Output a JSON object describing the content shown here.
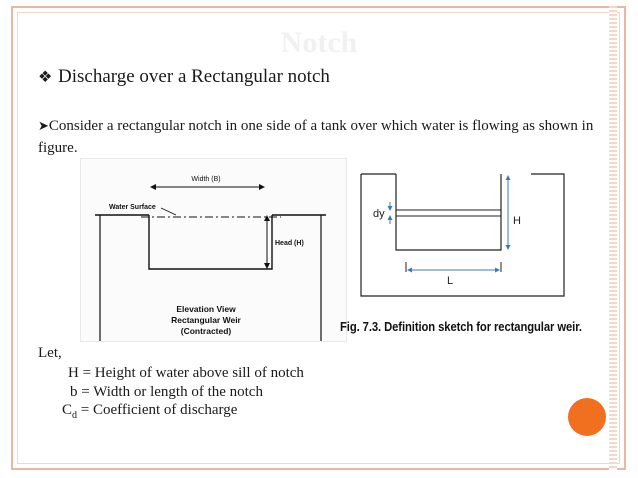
{
  "slide": {
    "title": "Notch",
    "heading": "Discharge over a Rectangular notch",
    "paragraph": "Consider a rectangular notch in one side of a tank over which water is flowing as shown in figure.",
    "let_label": "Let,",
    "definitions": [
      {
        "symbol": "H",
        "text": "H = Height of water above sill of notch"
      },
      {
        "symbol": "b",
        "text": "b = Width or length of the notch"
      },
      {
        "symbol": "C",
        "subscript": "d",
        "text": " = Coefficient of discharge"
      }
    ],
    "figure_caption": "Fig. 7.3. Definition sketch for rectangular weir.",
    "colors": {
      "accent_orange": "#f07020",
      "border": "#e8b8a5"
    }
  },
  "left_diagram": {
    "width_label": "Width (B)",
    "water_surface_label": "Water Surface",
    "head_label": "Head (H)",
    "caption_line1": "Elevation View",
    "caption_line2": "Rectangular Weir",
    "caption_line3": "(Contracted)"
  },
  "right_diagram": {
    "dy_label": "dy",
    "h_label": "H",
    "l_label": "L"
  }
}
